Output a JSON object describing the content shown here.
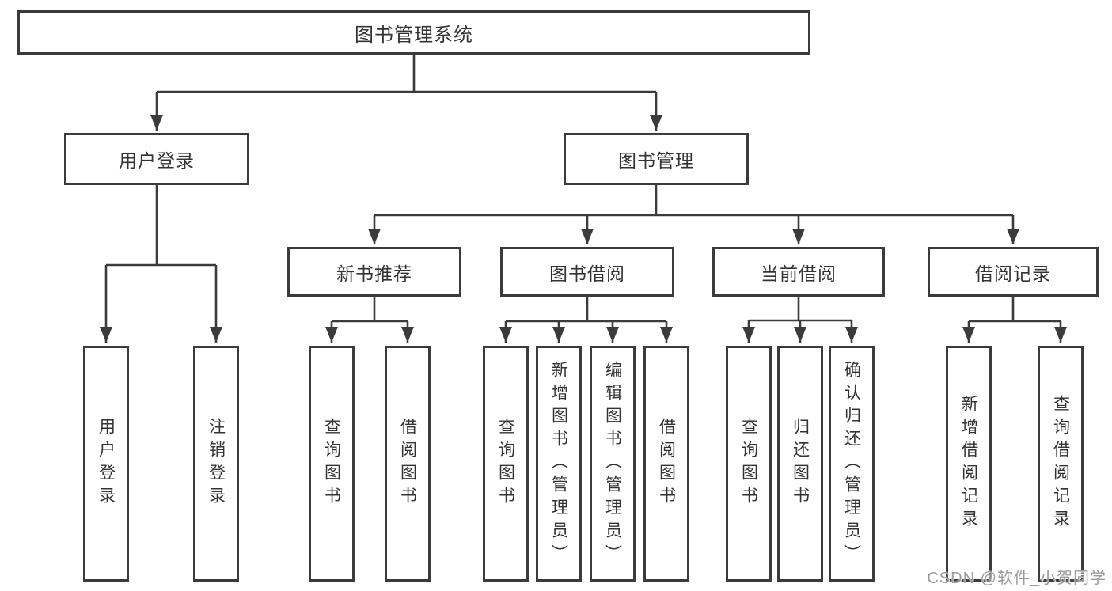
{
  "nodes": {
    "root": {
      "label": "图书管理系统"
    },
    "level2": [
      {
        "id": "user-login",
        "label": "用户登录"
      },
      {
        "id": "book-management",
        "label": "图书管理"
      }
    ],
    "level3": [
      {
        "id": "new-book-recommendation",
        "parent": "图书管理",
        "label": "新书推荐"
      },
      {
        "id": "book-borrowing",
        "parent": "图书管理",
        "label": "图书借阅"
      },
      {
        "id": "current-borrowing",
        "parent": "图书管理",
        "label": "当前借阅"
      },
      {
        "id": "borrowing-records",
        "parent": "图书管理",
        "label": "借阅记录"
      }
    ],
    "leaves": [
      {
        "parent": "用户登录",
        "label": "用户登录"
      },
      {
        "parent": "用户登录",
        "label": "注销登录"
      },
      {
        "parent": "新书推荐",
        "label": "查询图书"
      },
      {
        "parent": "新书推荐",
        "label": "借阅图书"
      },
      {
        "parent": "图书借阅",
        "label": "查询图书"
      },
      {
        "parent": "图书借阅",
        "label": "新增图书（管理员）"
      },
      {
        "parent": "图书借阅",
        "label": "编辑图书（管理员）"
      },
      {
        "parent": "图书借阅",
        "label": "借阅图书"
      },
      {
        "parent": "当前借阅",
        "label": "查询图书"
      },
      {
        "parent": "当前借阅",
        "label": "归还图书"
      },
      {
        "parent": "当前借阅",
        "label": "确认归还（管理员）"
      },
      {
        "parent": "借阅记录",
        "label": "新增借阅记录"
      },
      {
        "parent": "借阅记录",
        "label": "查询借阅记录"
      }
    ]
  },
  "watermark": {
    "text": "CSDN @软件_小贺同学"
  },
  "colors": {
    "line": "#3b3b3b",
    "text": "#333333",
    "background": "#ffffff",
    "watermark": "#9b9b9b"
  }
}
